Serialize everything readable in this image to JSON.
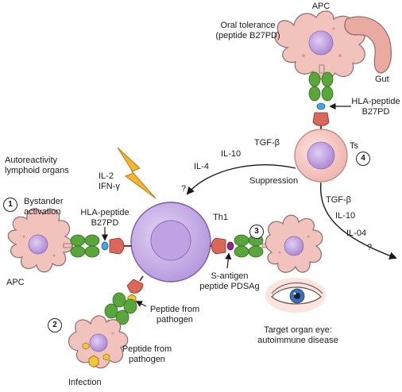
{
  "labels": {
    "apc_top": "APC",
    "oral_tolerance": "Oral tolerance\n(peptide B27PD)",
    "gut": "Gut",
    "hla_peptide_top": "HLA-peptide\nB27PD",
    "ts": "Ts",
    "tgf_beta_left": "TGF-β",
    "il10_left": "IL-10",
    "il4": "IL-4",
    "question_left": "?",
    "suppression": "Suppression",
    "autoreactivity": "Autoreactivity\nlymphoid organs",
    "bystander": "Bystander\nactivation",
    "il2_ifn": "IL-2\nIFN-γ",
    "hla_peptide_mid": "HLA-peptide\nB27PD",
    "th1": "Th1",
    "apc_left": "APC",
    "tgf_beta_right": "TGF-β",
    "il10_right": "IL-10",
    "il04": "IL-04",
    "question_right": "?",
    "s_antigen": "S-antigen\npeptide PDSAg",
    "peptide_pathogen_1": "Peptide from\npathogen",
    "peptide_pathogen_2": "Peptide from\npathogen",
    "target_organ": "Target organ eye:\nautoimmune disease",
    "infection": "Infection"
  },
  "numbers": {
    "n1": "1",
    "n2": "2",
    "n3": "3",
    "n4": "4"
  },
  "colors": {
    "apc_fill": "#f2c2bd",
    "apc_stroke": "#8f6d6a",
    "nucleus": "#c9a9e3",
    "th1_fill": "#cdb3ea",
    "ts_fill": "#f7cfca",
    "mhc_green": "#5aa63c",
    "tcr_red": "#d9675a",
    "peptide_blue": "#4aa3e0",
    "arrow": "#1a1a1a",
    "bolt": "#e8a21c"
  }
}
